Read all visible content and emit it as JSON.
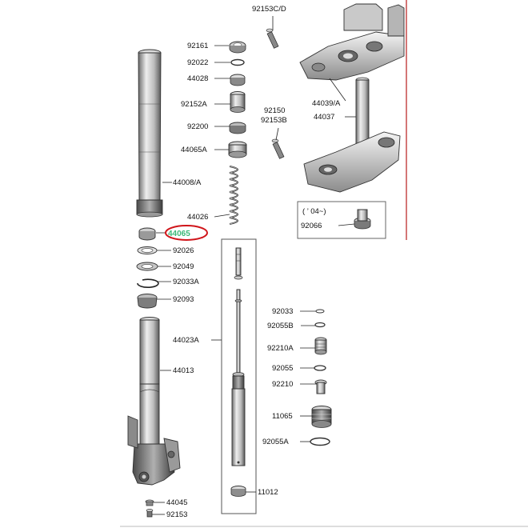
{
  "diagram": {
    "highlight_color": "#d0151a",
    "highlight_text_color": "#3cb878",
    "inner_group_box_color": "#555555",
    "frame_color": "#b71c1c"
  },
  "labels": {
    "p92153cd": "92153C/D",
    "p92161": "92161",
    "p92022": "92022",
    "p44028": "44028",
    "p92152a": "92152A",
    "p92200": "92200",
    "p44065a": "44065A",
    "p44008a": "44008/A",
    "p44026": "44026",
    "p44065": "44065",
    "p92026": "92026",
    "p92049": "92049",
    "p92033a": "92033A",
    "p92093": "92093",
    "p44023a": "44023A",
    "p44013": "44013",
    "p44045": "44045",
    "p92153": "92153",
    "p11012": "11012",
    "p44039a": "44039/A",
    "p92150": "92150",
    "p92153b": "92153B",
    "p44037": "44037",
    "p04note": "( ’ 04~)",
    "p92066": "92066",
    "p92033": "92033",
    "p92055b": "92055B",
    "p92210a": "92210A",
    "p92055": "92055",
    "p92210": "92210",
    "p11065": "11065",
    "p92055a": "92055A"
  }
}
